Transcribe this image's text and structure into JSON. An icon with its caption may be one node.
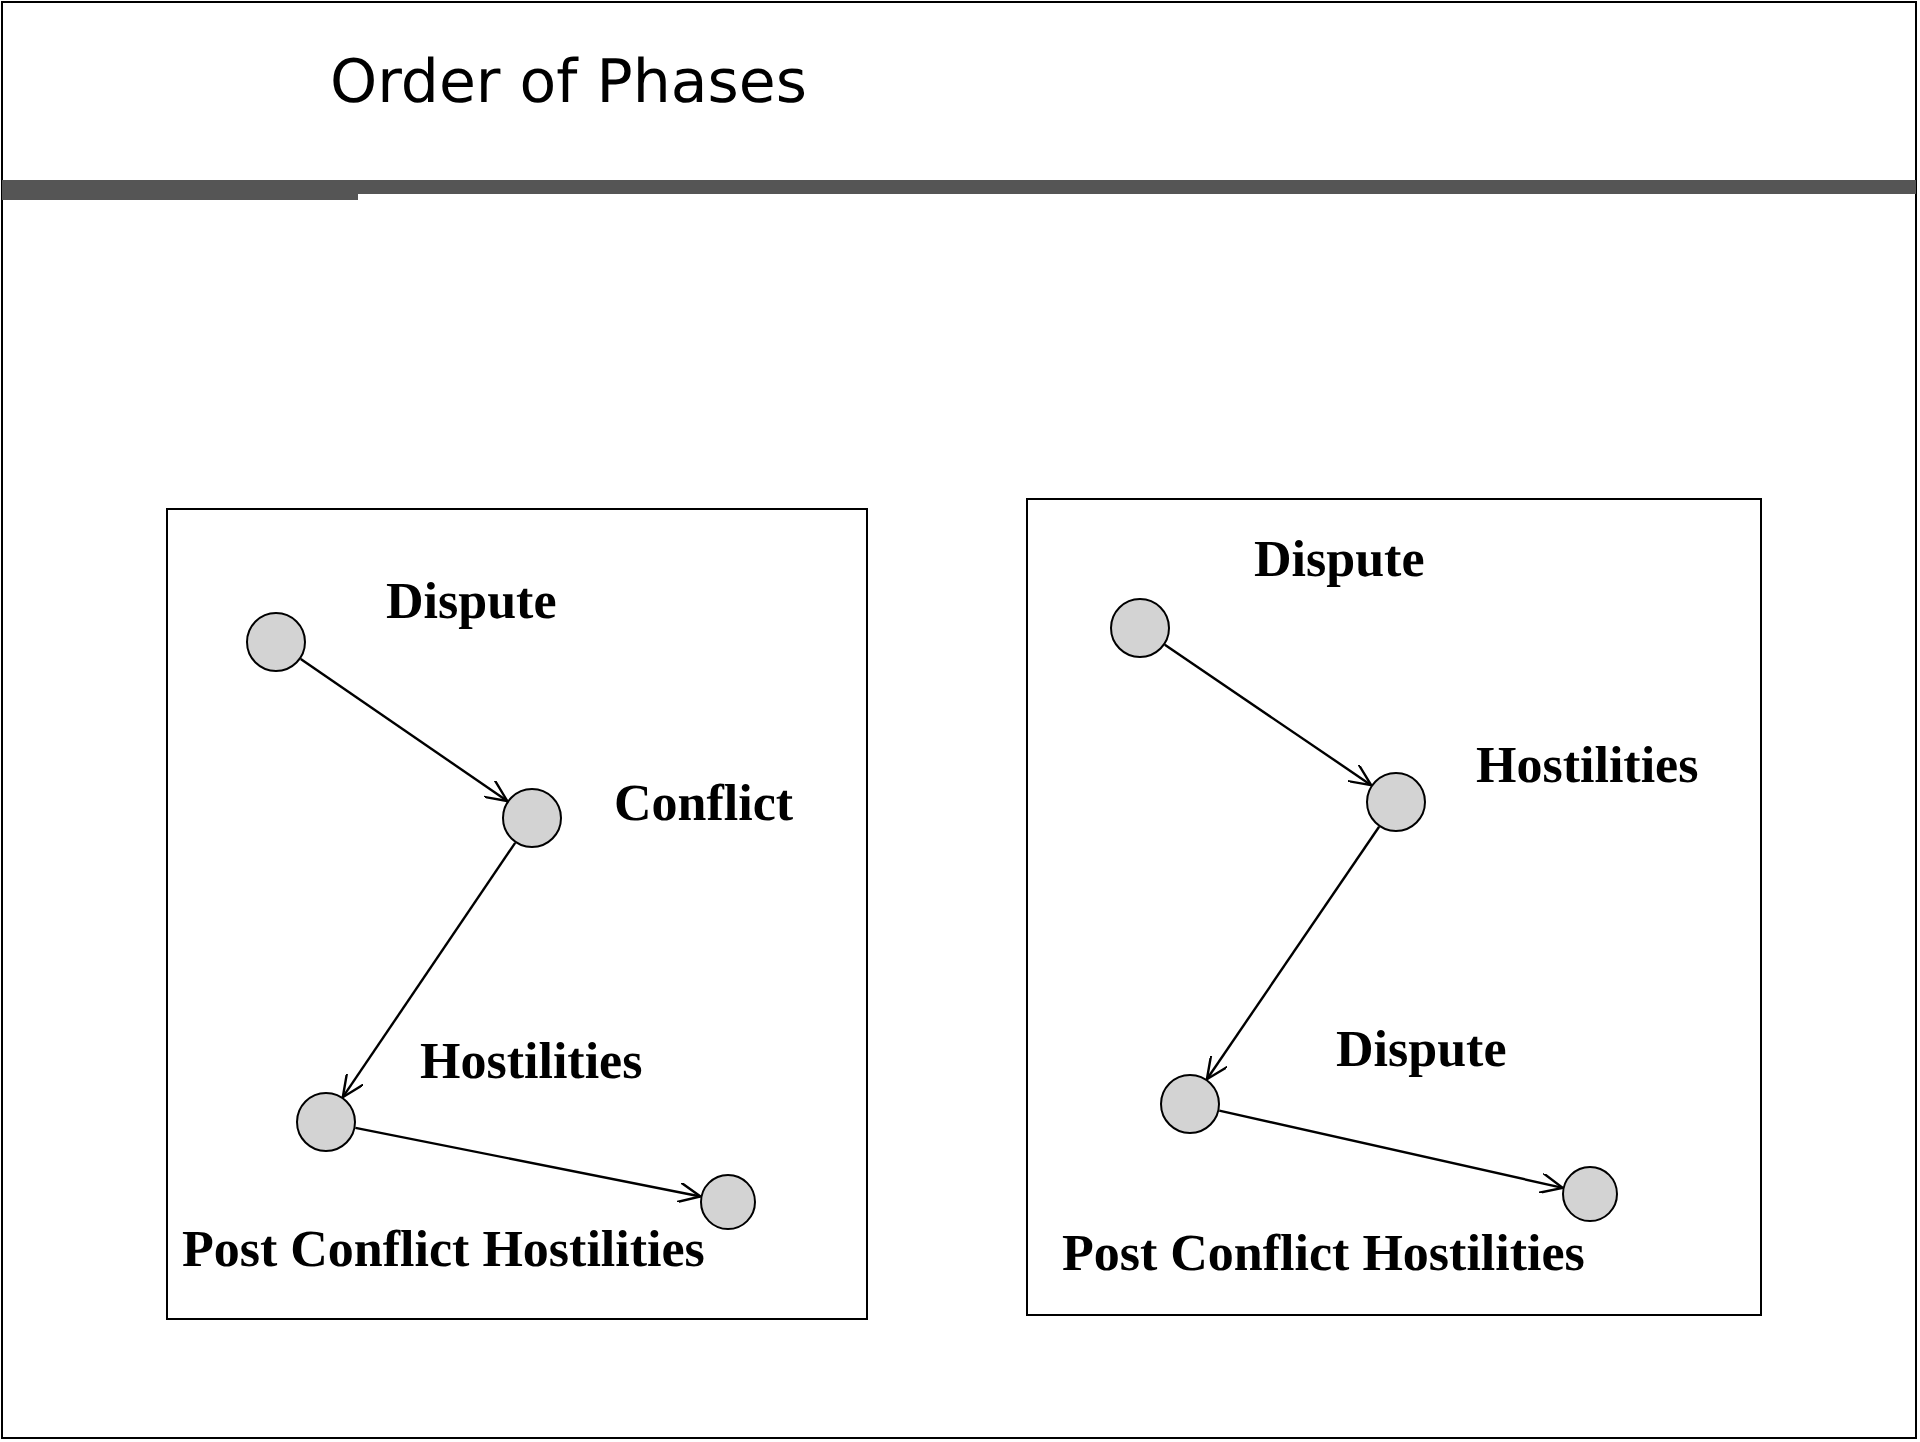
{
  "diagram": {
    "title": "Order of Phases",
    "nodes": [
      {
        "text": [],
        "shape": "box"
      },
      {
        "text": [],
        "shape": "circle",
        "in": 0,
        "beside": [
          "Dispute"
        ]
      },
      {
        "text": [],
        "shape": "circle",
        "in": 0,
        "beside": [
          "Conflict"
        ]
      },
      {
        "text": [],
        "shape": "circle",
        "in": 0,
        "beside": [
          "Hostilities"
        ]
      },
      {
        "text": [],
        "shape": "circle",
        "in": 0,
        "beside": [
          "Post Conflict Hostilities"
        ]
      },
      {
        "text": [],
        "shape": "box"
      },
      {
        "text": [],
        "shape": "circle",
        "in": 5,
        "beside": [
          "Dispute"
        ]
      },
      {
        "text": [],
        "shape": "circle",
        "in": 5,
        "beside": [
          "Hostilities"
        ]
      },
      {
        "text": [],
        "shape": "circle",
        "in": 5,
        "beside": [
          "Dispute"
        ]
      },
      {
        "text": [],
        "shape": "circle",
        "in": 5,
        "beside": [
          "Post Conflict Hostilities"
        ]
      }
    ],
    "edges": [
      {
        "from": 1,
        "to": 2,
        "arrow": "to"
      },
      {
        "from": 2,
        "to": 3,
        "arrow": "to"
      },
      {
        "from": 3,
        "to": 4,
        "arrow": "to"
      },
      {
        "from": 6,
        "to": 7,
        "arrow": "to"
      },
      {
        "from": 7,
        "to": 8,
        "arrow": "to"
      },
      {
        "from": 8,
        "to": 9,
        "arrow": "to"
      }
    ]
  }
}
